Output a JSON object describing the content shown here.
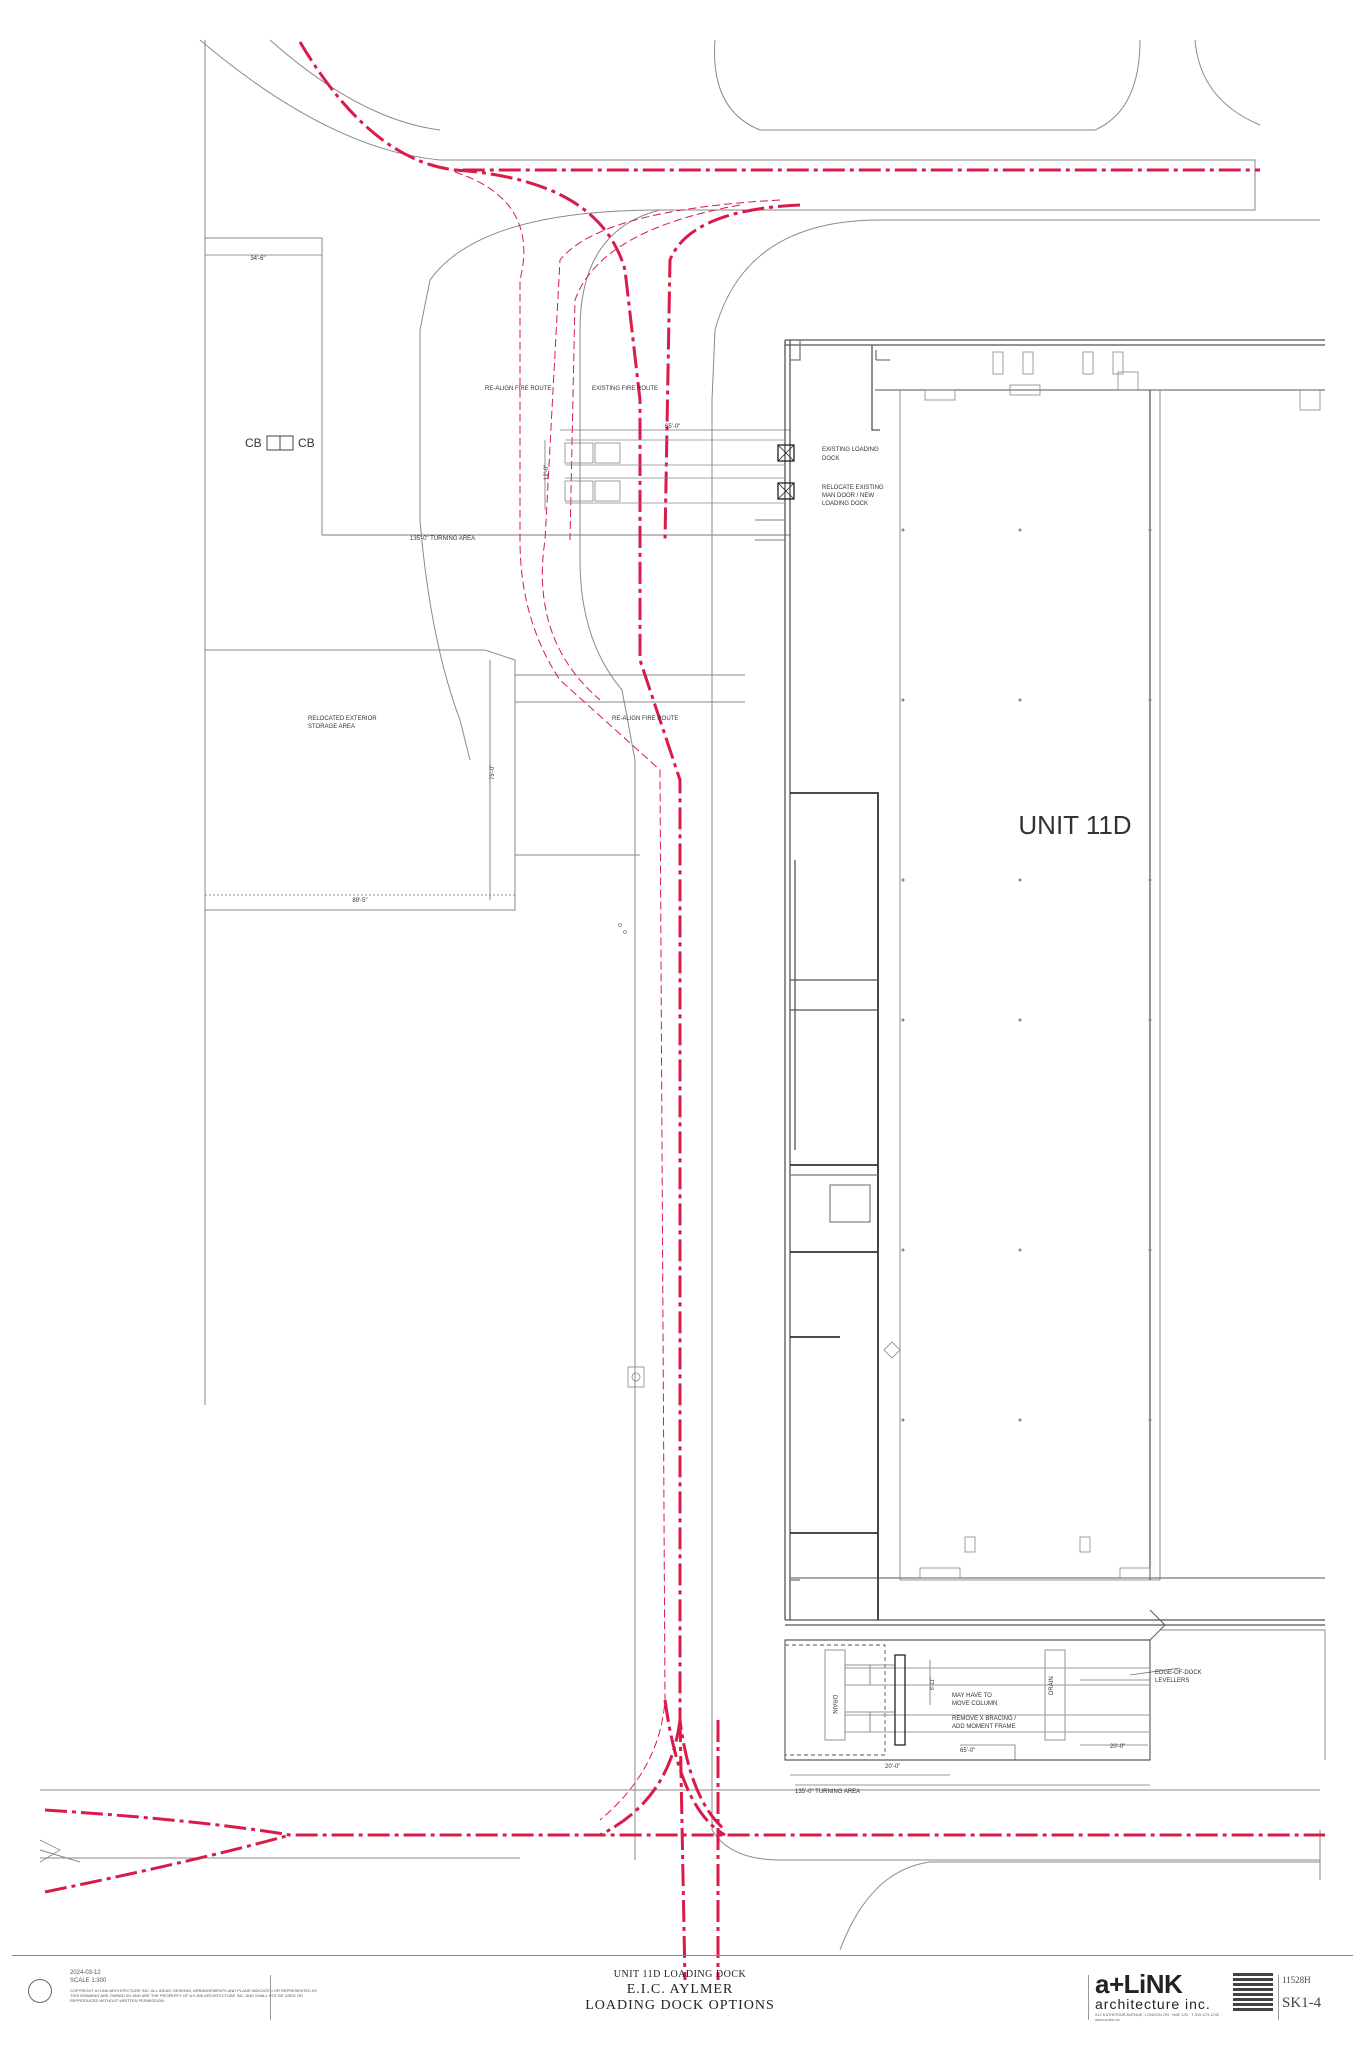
{
  "labels": {
    "dim_34_6": "34'-6\"",
    "cb_left": "CB",
    "cb_right": "CB",
    "realign_fire_route_top": "RE-ALIGN FIRE ROUTE",
    "existing_fire_route": "EXISTING FIRE ROUTE",
    "dim_65_top": "65'-0\"",
    "dim_12": "12'-0\"",
    "existing_loading_dock": [
      "EXISTING LOADING",
      "DOCK"
    ],
    "relocate_man_door": [
      "RELOCATE EXISTING",
      "MAN DOOR / NEW",
      "LOADING DOCK"
    ],
    "turning_area_top": "135'-0\" TURNING AREA",
    "relocated_storage": [
      "RELOCATED EXTERIOR",
      "STORAGE AREA"
    ],
    "dim_75": "75'-0\"",
    "dim_89_5": "89'-5\"",
    "realign_fire_route_mid": "RE-ALIGN FIRE ROUTE",
    "unit_name": "UNIT 11D",
    "edge_of_dock": [
      "EDGE-OF-DOCK",
      "LEVELLERS"
    ],
    "may_have_to_move": [
      "MAY HAVE TO",
      "MOVE COLUMN"
    ],
    "remove_x_bracing": [
      "REMOVE X BRACING /",
      "ADD MOMENT FRAME"
    ],
    "drain_left": "DRAIN",
    "drain_right": "DRAIN",
    "dim_65_bottom": "65'-0\"",
    "dim_20_left": "20'-0\"",
    "dim_20_right": "20'-0\"",
    "dim_8_11": "8'-11\"",
    "turning_area_bottom": "135'-0\" TURNING AREA"
  },
  "title_block": {
    "date": "2024-03-12",
    "scale": "SCALE 1:300",
    "copyright": "COPYRIGHT A+LINK ARCHITECTURE INC. ALL IDEAS, DESIGNS, ARRANGEMENTS AND PLANS INDICATED OR REPRESENTED BY THIS DRAWING ARE OWNED BY AND ARE THE PROPERTY OF A+LINK ARCHITECTURE INC. AND SHALL NOT BE USED OR REPRODUCED WITHOUT WRITTEN PERMISSION.",
    "line1": "UNIT 11D LOADING DOCK",
    "line2": "E.I.C. AYLMER",
    "line3": "LOADING DOCK OPTIONS",
    "logo_top": "a+LiNK",
    "logo_bottom": "architecture inc.",
    "address": "512 KATHERINE AVENUE, LONDON ON · N6E 1J5 · T 519.473.1242 · www.a-link.ca",
    "project_no": "11528H",
    "sheet": "SK1-4"
  },
  "colors": {
    "fire_route": "#d81b4a",
    "linework": "#555555",
    "light_linework": "#9a9a9a"
  }
}
